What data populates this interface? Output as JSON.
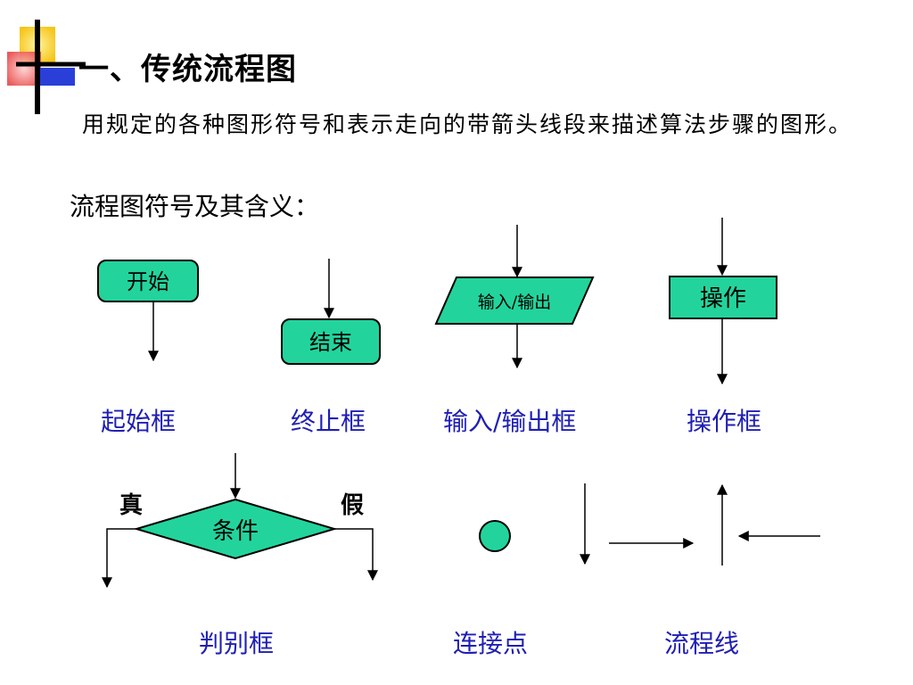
{
  "title": "一、传统流程图",
  "description": "用规定的各种图形符号和表示走向的带箭头线段来描述算法步骤的图形。",
  "subheading": "流程图符号及其含义：",
  "shapes": {
    "start": "开始",
    "end": "结束",
    "io": "输入/输出",
    "process": "操作",
    "condition": "条件",
    "true_label": "真",
    "false_label": "假"
  },
  "captions": {
    "start_box": "起始框",
    "end_box": "终止框",
    "io_box": "输入/输出框",
    "process_box": "操作框",
    "decision_box": "判别框",
    "connector": "连接点",
    "flow_line": "流程线"
  },
  "colors": {
    "shape_fill": "#22d49c",
    "caption_text": "#1f1fb4",
    "deco_yellow": "#f5c518",
    "deco_red": "#e84a4a",
    "deco_blue": "#2a3fd8"
  }
}
